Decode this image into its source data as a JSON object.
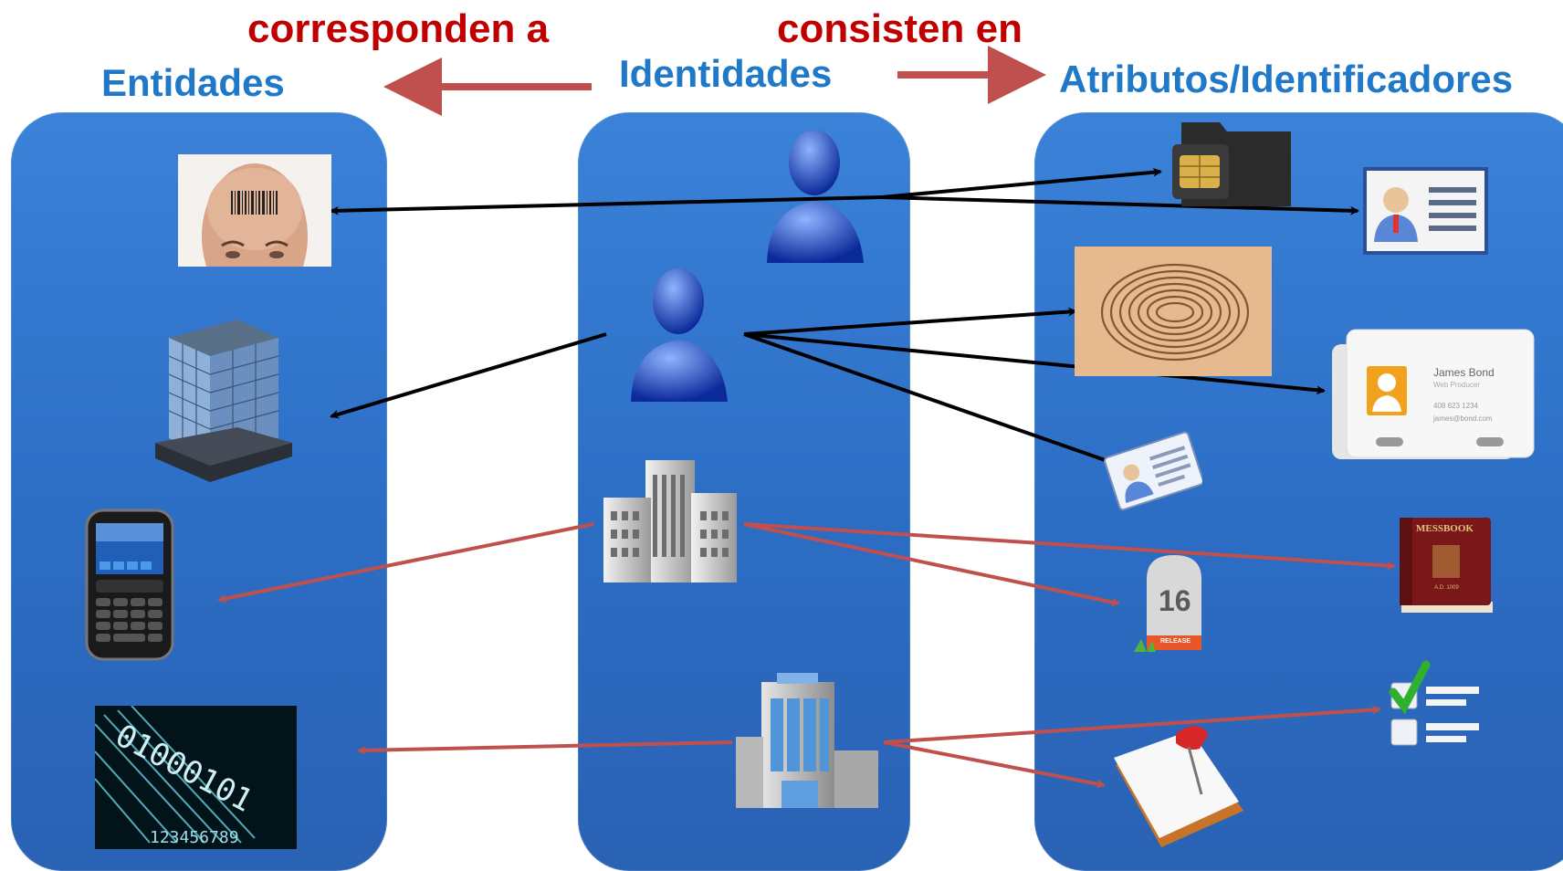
{
  "headers": {
    "corresponden": "corresponden a",
    "consisten": "consisten en",
    "entidades": "Entidades",
    "identidades": "Identidades",
    "atributos": "Atributos/Identificadores"
  },
  "colors": {
    "header_red": "#c00000",
    "header_blue": "#1f78c8",
    "panel_blue": "#2f72cc",
    "arrow_black": "#000000",
    "arrow_red": "#c0504d"
  },
  "entities": [
    {
      "name": "barcode-head-photo"
    },
    {
      "name": "office-building"
    },
    {
      "name": "smartphone"
    },
    {
      "name": "binary-barcode-image"
    }
  ],
  "identities": [
    {
      "name": "person-icon-1"
    },
    {
      "name": "person-icon-2"
    },
    {
      "name": "city-buildings-icon"
    },
    {
      "name": "office-tower-icon"
    }
  ],
  "attributes": {
    "business_card": {
      "name_line": "James Bond",
      "title_line": "Web Producer",
      "phone_line": "408 623 1234",
      "email_line": "james@bond.com"
    },
    "release_badge": {
      "number": "16",
      "label": "RELEASE"
    },
    "book": {
      "title": "MESSBOOK",
      "date": "A.D. 1009"
    },
    "binary_text": "01000101",
    "digits_text": "123456789"
  },
  "connections": [
    {
      "from": "person-icon-1",
      "to": "barcode-head-photo",
      "color": "black"
    },
    {
      "from": "person-icon-1",
      "to": "sim-card-folder",
      "color": "black"
    },
    {
      "from": "person-icon-1",
      "to": "id-contact-card",
      "color": "black"
    },
    {
      "from": "person-icon-2",
      "to": "office-building",
      "color": "black"
    },
    {
      "from": "person-icon-2",
      "to": "fingerprint",
      "color": "black"
    },
    {
      "from": "person-icon-2",
      "to": "business-card",
      "color": "black"
    },
    {
      "from": "person-icon-2",
      "to": "small-id-card",
      "color": "black"
    },
    {
      "from": "city-buildings-icon",
      "to": "smartphone",
      "color": "red"
    },
    {
      "from": "city-buildings-icon",
      "to": "release-badge",
      "color": "red"
    },
    {
      "from": "city-buildings-icon",
      "to": "book",
      "color": "red"
    },
    {
      "from": "office-tower-icon",
      "to": "binary-barcode-image",
      "color": "red"
    },
    {
      "from": "office-tower-icon",
      "to": "checklist",
      "color": "red"
    },
    {
      "from": "office-tower-icon",
      "to": "pinned-note",
      "color": "red"
    }
  ]
}
